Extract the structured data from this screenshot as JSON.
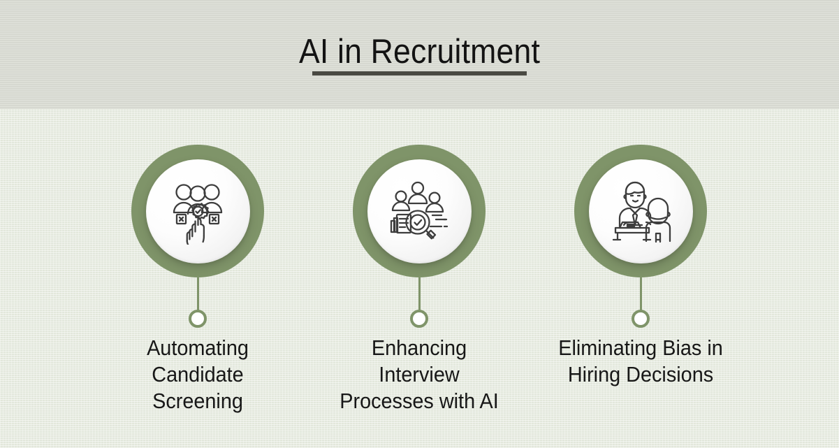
{
  "header": {
    "title": "AI in Recruitment",
    "band_color": "#d9dbd2",
    "rule_color": "#4a4a43"
  },
  "theme": {
    "background_color": "#e9eee2",
    "accent_green": "#7f9469",
    "icon_stroke": "#3d3d3d",
    "inner_circle_color": "#ffffff",
    "text_color": "#171717"
  },
  "items": [
    {
      "id": "automating-candidate-screening",
      "caption": "Automating Candidate Screening",
      "icon_name": "candidate-screening-icon",
      "icon_parts": [
        "three-people",
        "gear-with-checkmark",
        "x-box-left",
        "x-box-right",
        "pointing-hand"
      ]
    },
    {
      "id": "enhancing-interview-processes",
      "caption": "Enhancing Interview Processes with AI",
      "icon_name": "interview-search-icon",
      "icon_parts": [
        "three-people",
        "document-stack",
        "magnifier-with-checkmark",
        "text-lines"
      ]
    },
    {
      "id": "eliminating-bias-in-hiring",
      "caption": "Eliminating Bias in Hiring Decisions",
      "icon_name": "interview-meeting-icon",
      "icon_parts": [
        "interviewer-with-tie",
        "desk-with-laptop",
        "candidate-back-view",
        "chair"
      ]
    }
  ]
}
